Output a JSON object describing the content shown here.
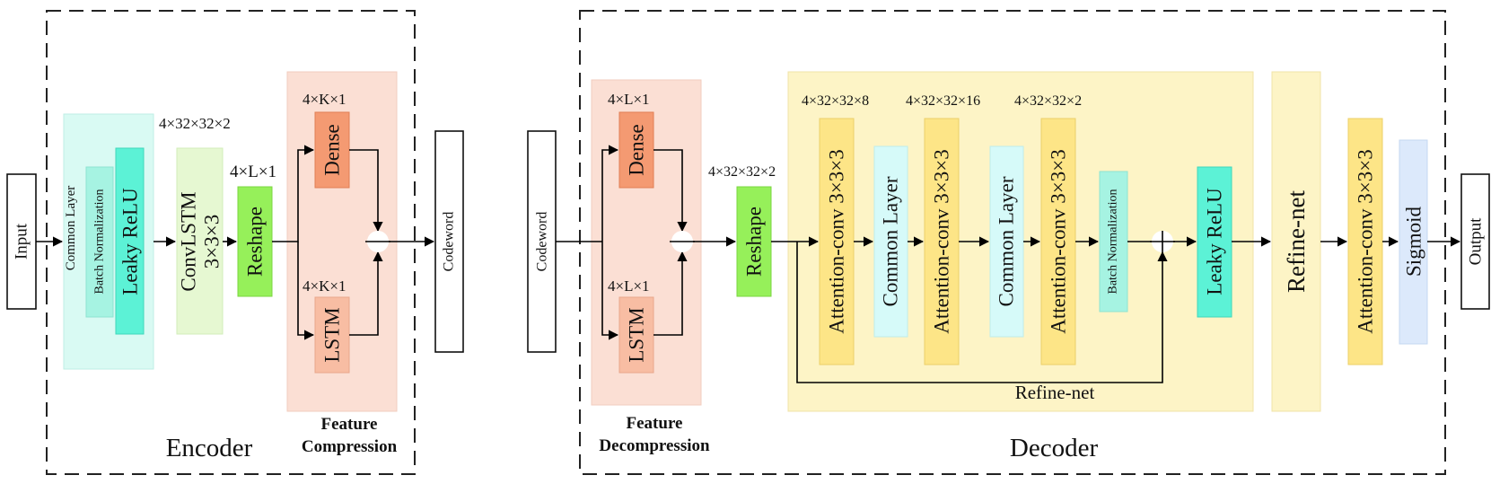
{
  "encoder": {
    "title": "Encoder",
    "input": "Input",
    "common_layer": {
      "title": "Common Layer",
      "batch_norm": "Batch Normalization",
      "leaky_relu": "Leaky ReLU"
    },
    "dim_after_common": "4×32×32×2",
    "convlstm": {
      "line1": "ConvLSTM",
      "line2": "3×3×3"
    },
    "dim_reshape": "4×L×1",
    "reshape": "Reshape",
    "feature_compression": {
      "title_line1": "Feature",
      "title_line2": "Compression",
      "dense_dim": "4×K×1",
      "dense": "Dense",
      "lstm_dim": "4×K×1",
      "lstm": "LSTM"
    },
    "codeword": "Codeword"
  },
  "decoder": {
    "title": "Decoder",
    "codeword": "Codeword",
    "feature_decompression": {
      "title_line1": "Feature",
      "title_line2": "Decompression",
      "dense_dim": "4×L×1",
      "dense": "Dense",
      "lstm_dim": "4×L×1",
      "lstm": "LSTM"
    },
    "dim_reshape": "4×32×32×2",
    "reshape": "Reshape",
    "refine_block": {
      "label": "Refine-net",
      "dim1": "4×32×32×8",
      "dim2": "4×32×32×16",
      "dim3": "4×32×32×2",
      "attn1": "Attention-conv 3×3×3",
      "common1": "Common Layer",
      "attn2": "Attention-conv 3×3×3",
      "common2": "Common Layer",
      "attn3": "Attention-conv 3×3×3",
      "batch_norm": "Batch Normalization",
      "leaky_relu": "Leaky ReLU"
    },
    "refine_net": "Refine-net",
    "attn_final": "Attention-conv 3×3×3",
    "sigmoid": "Sigmoid",
    "output": "Output"
  },
  "colors": {
    "common_layer_bg": "#d9faf3",
    "batch_norm": "#a6f3e2",
    "leaky_relu": "#5cf2d6",
    "convlstm": "#e6f8d2",
    "reshape": "#96f05a",
    "feature_bg": "#fbdfd4",
    "dense": "#f49a72",
    "lstm": "#f8bda3",
    "refine_bg": "#fdf4c6",
    "attention": "#fde587",
    "common_layer": "#d6faf9",
    "sigmoid": "#dce9fb"
  }
}
